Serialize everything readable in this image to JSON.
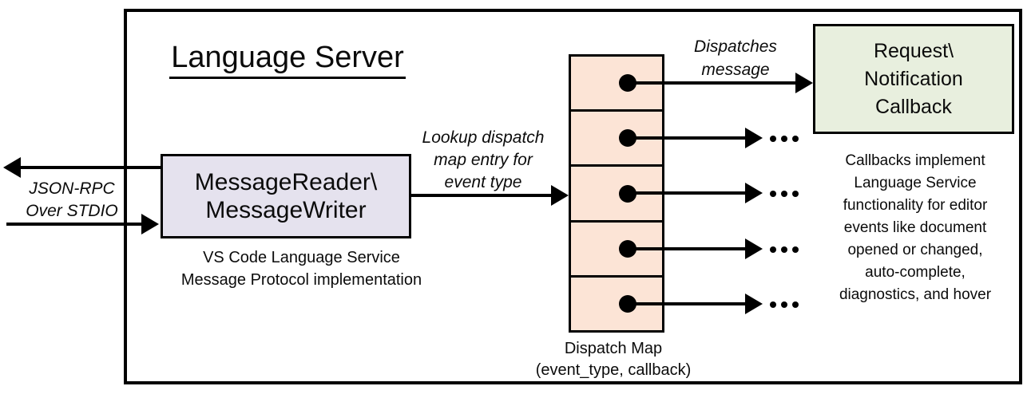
{
  "diagram": {
    "title": "Language Server",
    "reader": {
      "label": "MessageReader\\\nMessageWriter",
      "caption": "VS Code Language Service\nMessage Protocol implementation",
      "fill": "#E5E2EE"
    },
    "stdio": {
      "label": "JSON-RPC\nOver STDIO"
    },
    "lookup": {
      "label": "Lookup dispatch\nmap entry for\nevent type"
    },
    "dispatch_map": {
      "label": "Dispatch Map\n(event_type, callback)",
      "rows": 5,
      "ellipsis": "...",
      "fill": "#FCE4D6"
    },
    "dispatches": {
      "label": "Dispatches\nmessage"
    },
    "callback": {
      "label": "Request\\\nNotification\nCallback",
      "note": "Callbacks implement\nLanguage Service\nfunctionality for editor\nevents like document\nopened or changed,\nauto-complete,\ndiagnostics, and hover",
      "fill": "#E8EFDE"
    },
    "colors": {
      "line": "#000000",
      "background": "#FFFFFF"
    }
  }
}
